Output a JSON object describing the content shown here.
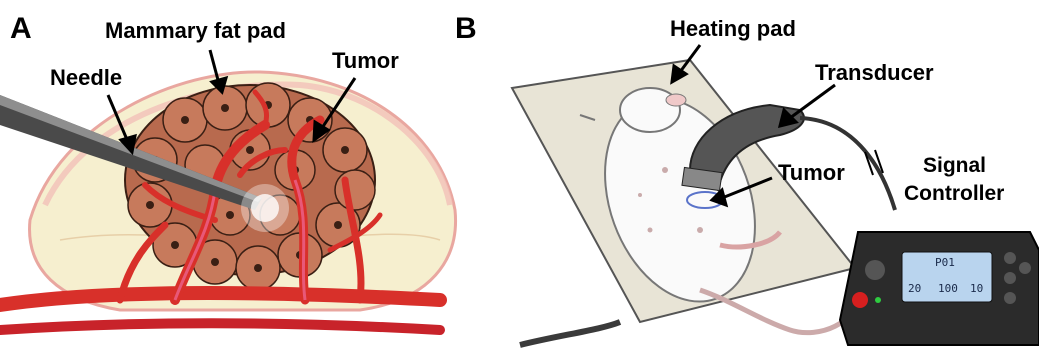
{
  "panel_a": {
    "letter": "A",
    "labels": {
      "mammary_fat_pad": "Mammary fat pad",
      "needle": "Needle",
      "tumor": "Tumor"
    }
  },
  "panel_b": {
    "letter": "B",
    "labels": {
      "heating_pad": "Heating pad",
      "transducer": "Transducer",
      "tumor": "Tumor",
      "signal_line1": "Signal",
      "signal_line2": "Controller"
    },
    "device_display": {
      "line1": "P01",
      "line2_left": "20",
      "line2_mid": "100",
      "line2_right": "10"
    }
  },
  "colors": {
    "vessel": "#d8302a",
    "tumor_cell": "#b86a4e",
    "fat_pad": "#f6efcf",
    "heating_pad": "#e8e4d6",
    "device_body": "#2b2b2b",
    "lcd": "#b9d4ee"
  }
}
